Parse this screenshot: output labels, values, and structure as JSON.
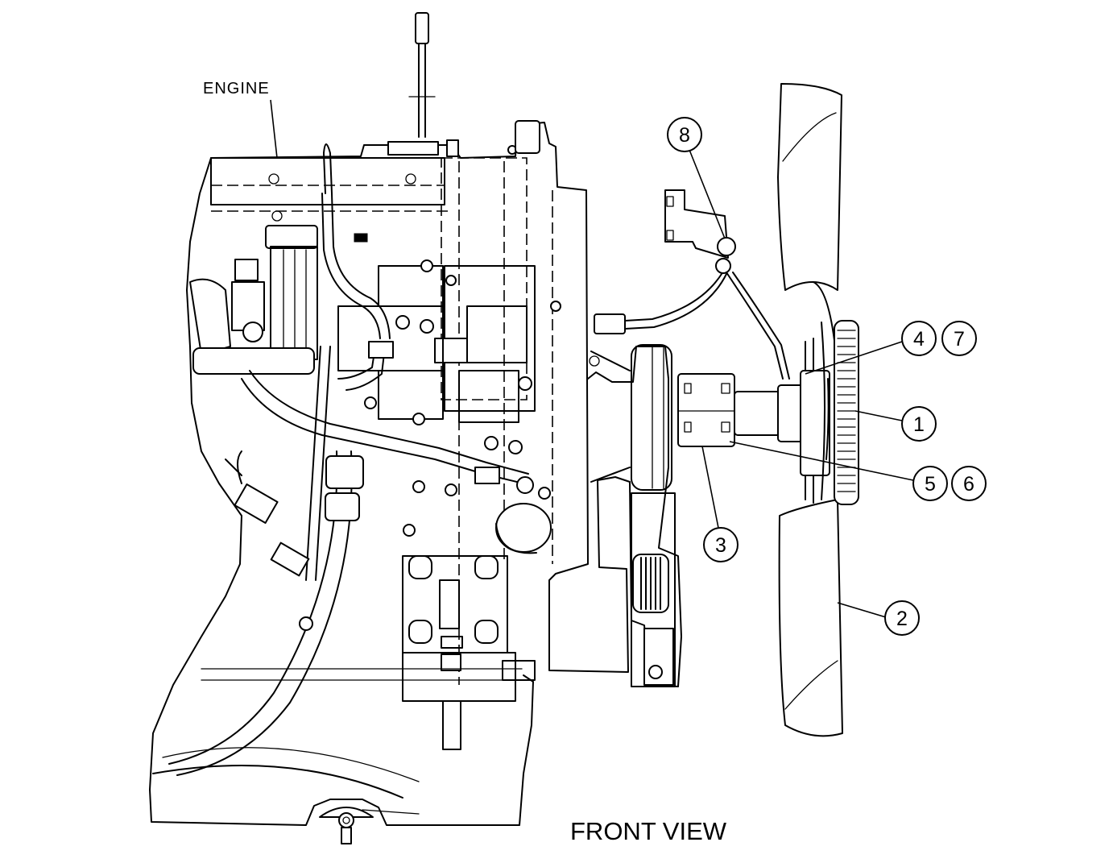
{
  "labels": {
    "engine": "ENGINE",
    "view_title": "FRONT VIEW"
  },
  "callouts": {
    "c1": "1",
    "c2": "2",
    "c3": "3",
    "c4": "4",
    "c5": "5",
    "c6": "6",
    "c7": "7",
    "c8": "8"
  }
}
